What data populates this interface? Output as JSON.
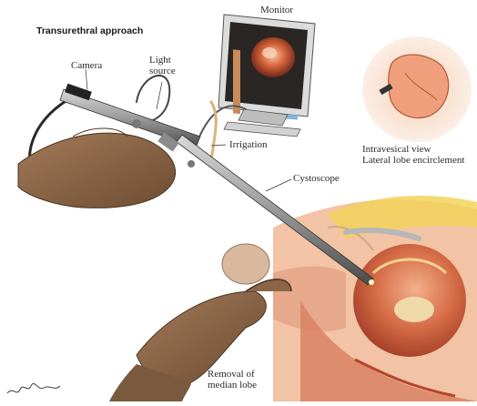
{
  "figure": {
    "title": "Transurethral approach",
    "labels": {
      "monitor": "Monitor",
      "camera": "Camera",
      "light_source_1": "Light",
      "light_source_2": "source",
      "irrigation": "Irrigation",
      "cystoscope": "Cystoscope",
      "intravesical_1": "Intravesical view",
      "intravesical_2": "Lateral lobe encirclement",
      "removal_1": "Removal of",
      "removal_2": "median lobe"
    },
    "signature": "Netter"
  }
}
